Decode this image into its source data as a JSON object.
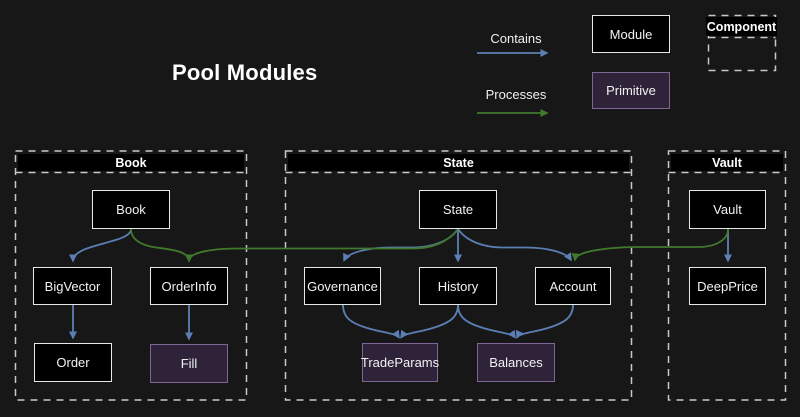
{
  "title": "Pool Modules",
  "legend": {
    "contains": "Contains",
    "processes": "Processes",
    "module": "Module",
    "primitive": "Primitive",
    "component": "Component"
  },
  "colors": {
    "background": "#171717",
    "contains_arrow": "#5b7fb5",
    "processes_arrow": "#41792c",
    "module_fill": "#000000",
    "module_border": "#e8e8e8",
    "primitive_fill": "#2e2339",
    "primitive_border": "#7d6594",
    "container_border": "#c8c8c8"
  },
  "containers": {
    "book": {
      "title": "Book"
    },
    "state": {
      "title": "State"
    },
    "vault": {
      "title": "Vault"
    }
  },
  "nodes": {
    "book": {
      "label": "Book",
      "type": "module"
    },
    "bigvector": {
      "label": "BigVector",
      "type": "module"
    },
    "orderinfo": {
      "label": "OrderInfo",
      "type": "module"
    },
    "order": {
      "label": "Order",
      "type": "module"
    },
    "fill": {
      "label": "Fill",
      "type": "primitive"
    },
    "state": {
      "label": "State",
      "type": "module"
    },
    "governance": {
      "label": "Governance",
      "type": "module"
    },
    "history": {
      "label": "History",
      "type": "module"
    },
    "account": {
      "label": "Account",
      "type": "module"
    },
    "tradeparams": {
      "label": "TradeParams",
      "type": "primitive"
    },
    "balances": {
      "label": "Balances",
      "type": "primitive"
    },
    "vault": {
      "label": "Vault",
      "type": "module"
    },
    "deepprice": {
      "label": "DeepPrice",
      "type": "module"
    }
  },
  "edges": [
    {
      "from": "Book",
      "to": "BigVector",
      "type": "contains"
    },
    {
      "from": "Book",
      "to": "OrderInfo",
      "type": "processes"
    },
    {
      "from": "BigVector",
      "to": "Order",
      "type": "contains"
    },
    {
      "from": "OrderInfo",
      "to": "Fill",
      "type": "contains"
    },
    {
      "from": "State",
      "to": "Governance",
      "type": "contains"
    },
    {
      "from": "State",
      "to": "History",
      "type": "contains"
    },
    {
      "from": "State",
      "to": "Account",
      "type": "contains"
    },
    {
      "from": "State",
      "to": "OrderInfo",
      "type": "processes"
    },
    {
      "from": "Governance",
      "to": "TradeParams",
      "type": "contains"
    },
    {
      "from": "History",
      "to": "TradeParams",
      "type": "contains"
    },
    {
      "from": "History",
      "to": "Balances",
      "type": "contains"
    },
    {
      "from": "Account",
      "to": "Balances",
      "type": "contains"
    },
    {
      "from": "Vault",
      "to": "DeepPrice",
      "type": "contains"
    },
    {
      "from": "Vault",
      "to": "Account",
      "type": "processes"
    }
  ]
}
